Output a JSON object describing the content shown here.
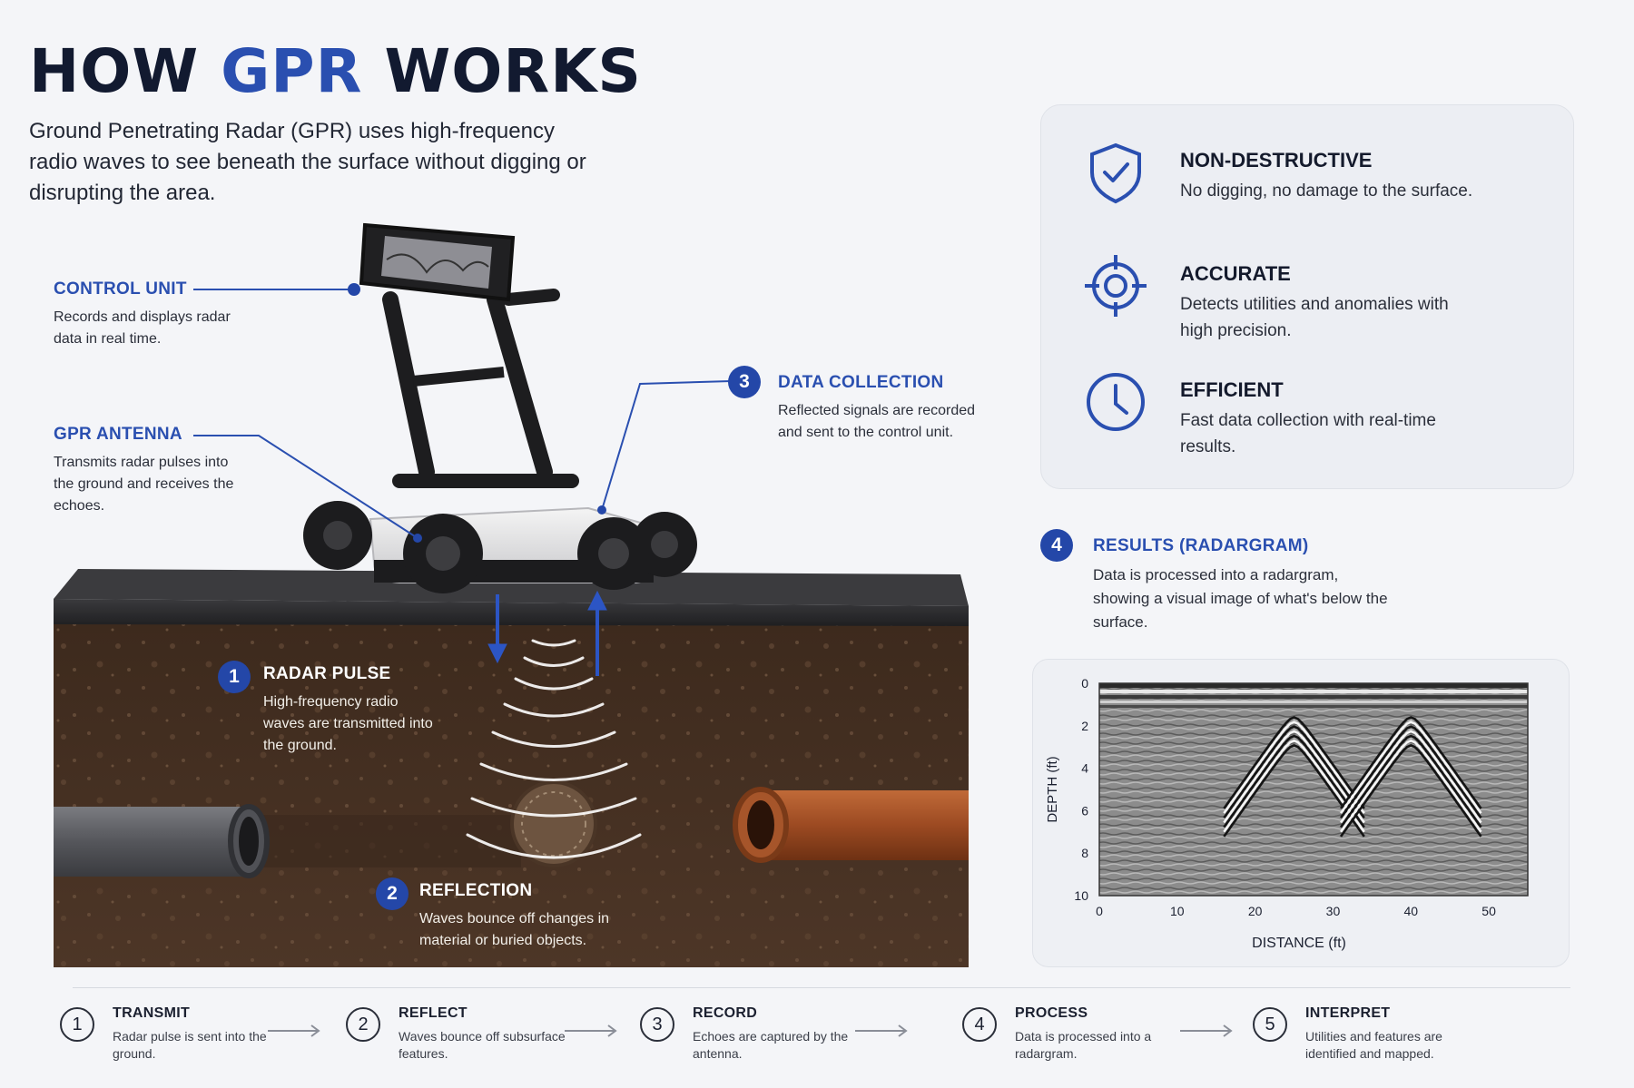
{
  "header": {
    "title_pre": "HOW ",
    "title_accent": "GPR",
    "title_post": " WORKS",
    "intro": "Ground Penetrating Radar (GPR) uses high-frequency radio waves to see beneath the surface without digging or disrupting the area."
  },
  "callouts": {
    "control_unit": {
      "title": "CONTROL UNIT",
      "desc": "Records and displays radar data in real time."
    },
    "gpr_antenna": {
      "title": "GPR ANTENNA",
      "desc": "Transmits radar pulses into the ground and receives the echoes."
    },
    "data_collection": {
      "number": "3",
      "title": "DATA COLLECTION",
      "desc": "Reflected signals are recorded and sent to the control unit."
    },
    "radar_pulse": {
      "number": "1",
      "title": "RADAR PULSE",
      "desc": "High-frequency radio waves are transmitted into the ground."
    },
    "reflection": {
      "number": "2",
      "title": "REFLECTION",
      "desc": "Waves bounce off changes in material or buried objects."
    },
    "results": {
      "number": "4",
      "title": "RESULTS (RADARGRAM)",
      "desc": "Data is processed into a radargram, showing a visual image of what's below the surface."
    }
  },
  "features": [
    {
      "icon": "shield-check-icon",
      "title": "NON-DESTRUCTIVE",
      "desc": "No digging, no damage to the surface."
    },
    {
      "icon": "crosshair-icon",
      "title": "ACCURATE",
      "desc": "Detects utilities and anomalies with high precision."
    },
    {
      "icon": "clock-icon",
      "title": "EFFICIENT",
      "desc": "Fast data collection with real-time results."
    }
  ],
  "chart_data": {
    "type": "heatmap",
    "xlabel": "DISTANCE (ft)",
    "ylabel": "DEPTH (ft)",
    "xlim": [
      0,
      55
    ],
    "ylim": [
      0,
      10
    ],
    "x_ticks": [
      "0",
      "10",
      "20",
      "30",
      "40",
      "50"
    ],
    "y_ticks": [
      "0",
      "2",
      "4",
      "6",
      "8",
      "10"
    ],
    "hyperbolas": [
      {
        "apex_distance": 25,
        "apex_depth": 1.6
      },
      {
        "apex_distance": 40,
        "apex_depth": 1.6
      }
    ]
  },
  "steps": [
    {
      "number": "1",
      "title": "TRANSMIT",
      "desc": "Radar pulse is sent into the ground."
    },
    {
      "number": "2",
      "title": "REFLECT",
      "desc": "Waves bounce off subsurface features."
    },
    {
      "number": "3",
      "title": "RECORD",
      "desc": "Echoes are captured by the antenna."
    },
    {
      "number": "4",
      "title": "PROCESS",
      "desc": "Data is processed into a radargram."
    },
    {
      "number": "5",
      "title": "INTERPRET",
      "desc": "Utilities and features are identified and mapped."
    }
  ],
  "colors": {
    "accent": "#2a4fb0",
    "badge": "#2447a8",
    "soil": "#4a3425",
    "asphalt": "#2c2c2e",
    "clay_pipe": "#9c4a22"
  }
}
